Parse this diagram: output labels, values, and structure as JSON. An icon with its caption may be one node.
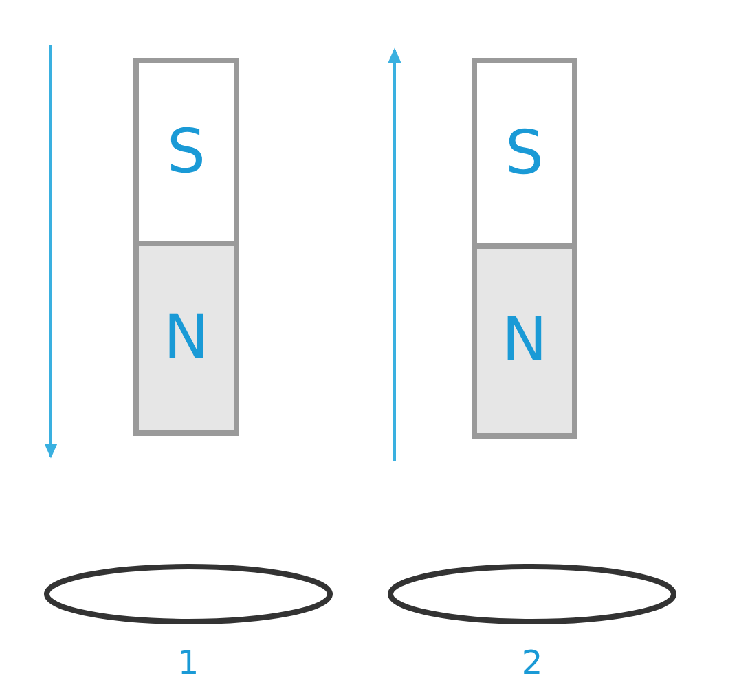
{
  "diagram": {
    "nodes": [
      {
        "text": [
          "S"
        ]
      },
      {
        "text": [
          "N"
        ]
      },
      {
        "text": [
          "S"
        ]
      },
      {
        "text": [
          "N"
        ]
      },
      {
        "text": [],
        "shape": "ellipse",
        "beside": [
          "1"
        ]
      },
      {
        "text": [],
        "shape": "ellipse",
        "beside": [
          "2"
        ]
      }
    ]
  }
}
